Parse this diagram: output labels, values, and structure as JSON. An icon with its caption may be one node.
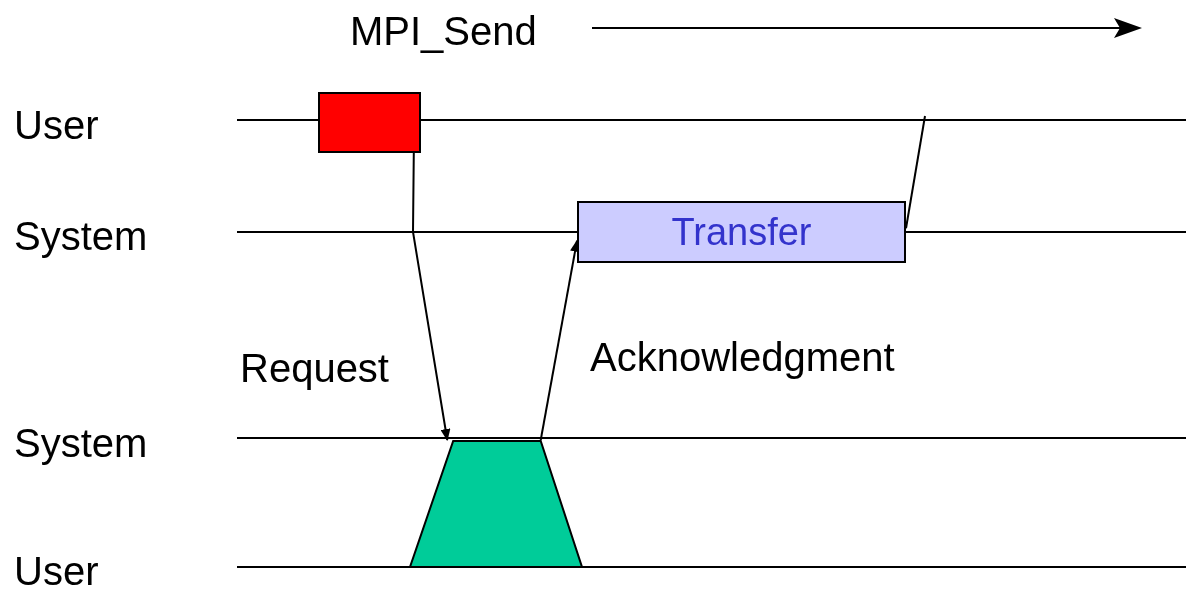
{
  "diagram": {
    "nodes": [
      {
        "text": [],
        "shape": "box"
      },
      {
        "text": [
          "Transfer"
        ]
      },
      {
        "text": [],
        "shape": "trapezoid"
      }
    ],
    "edges": [
      {
        "from": 0,
        "to": 2,
        "arrow": "to",
        "label": "Request"
      },
      {
        "from": 2,
        "to": 1,
        "arrow": "to",
        "label": "Acknowledgment"
      },
      {
        "from": 1,
        "to": null,
        "arrow": "none"
      }
    ],
    "labels": [
      "MPI_Send",
      "User",
      "System",
      "System",
      "User"
    ]
  }
}
